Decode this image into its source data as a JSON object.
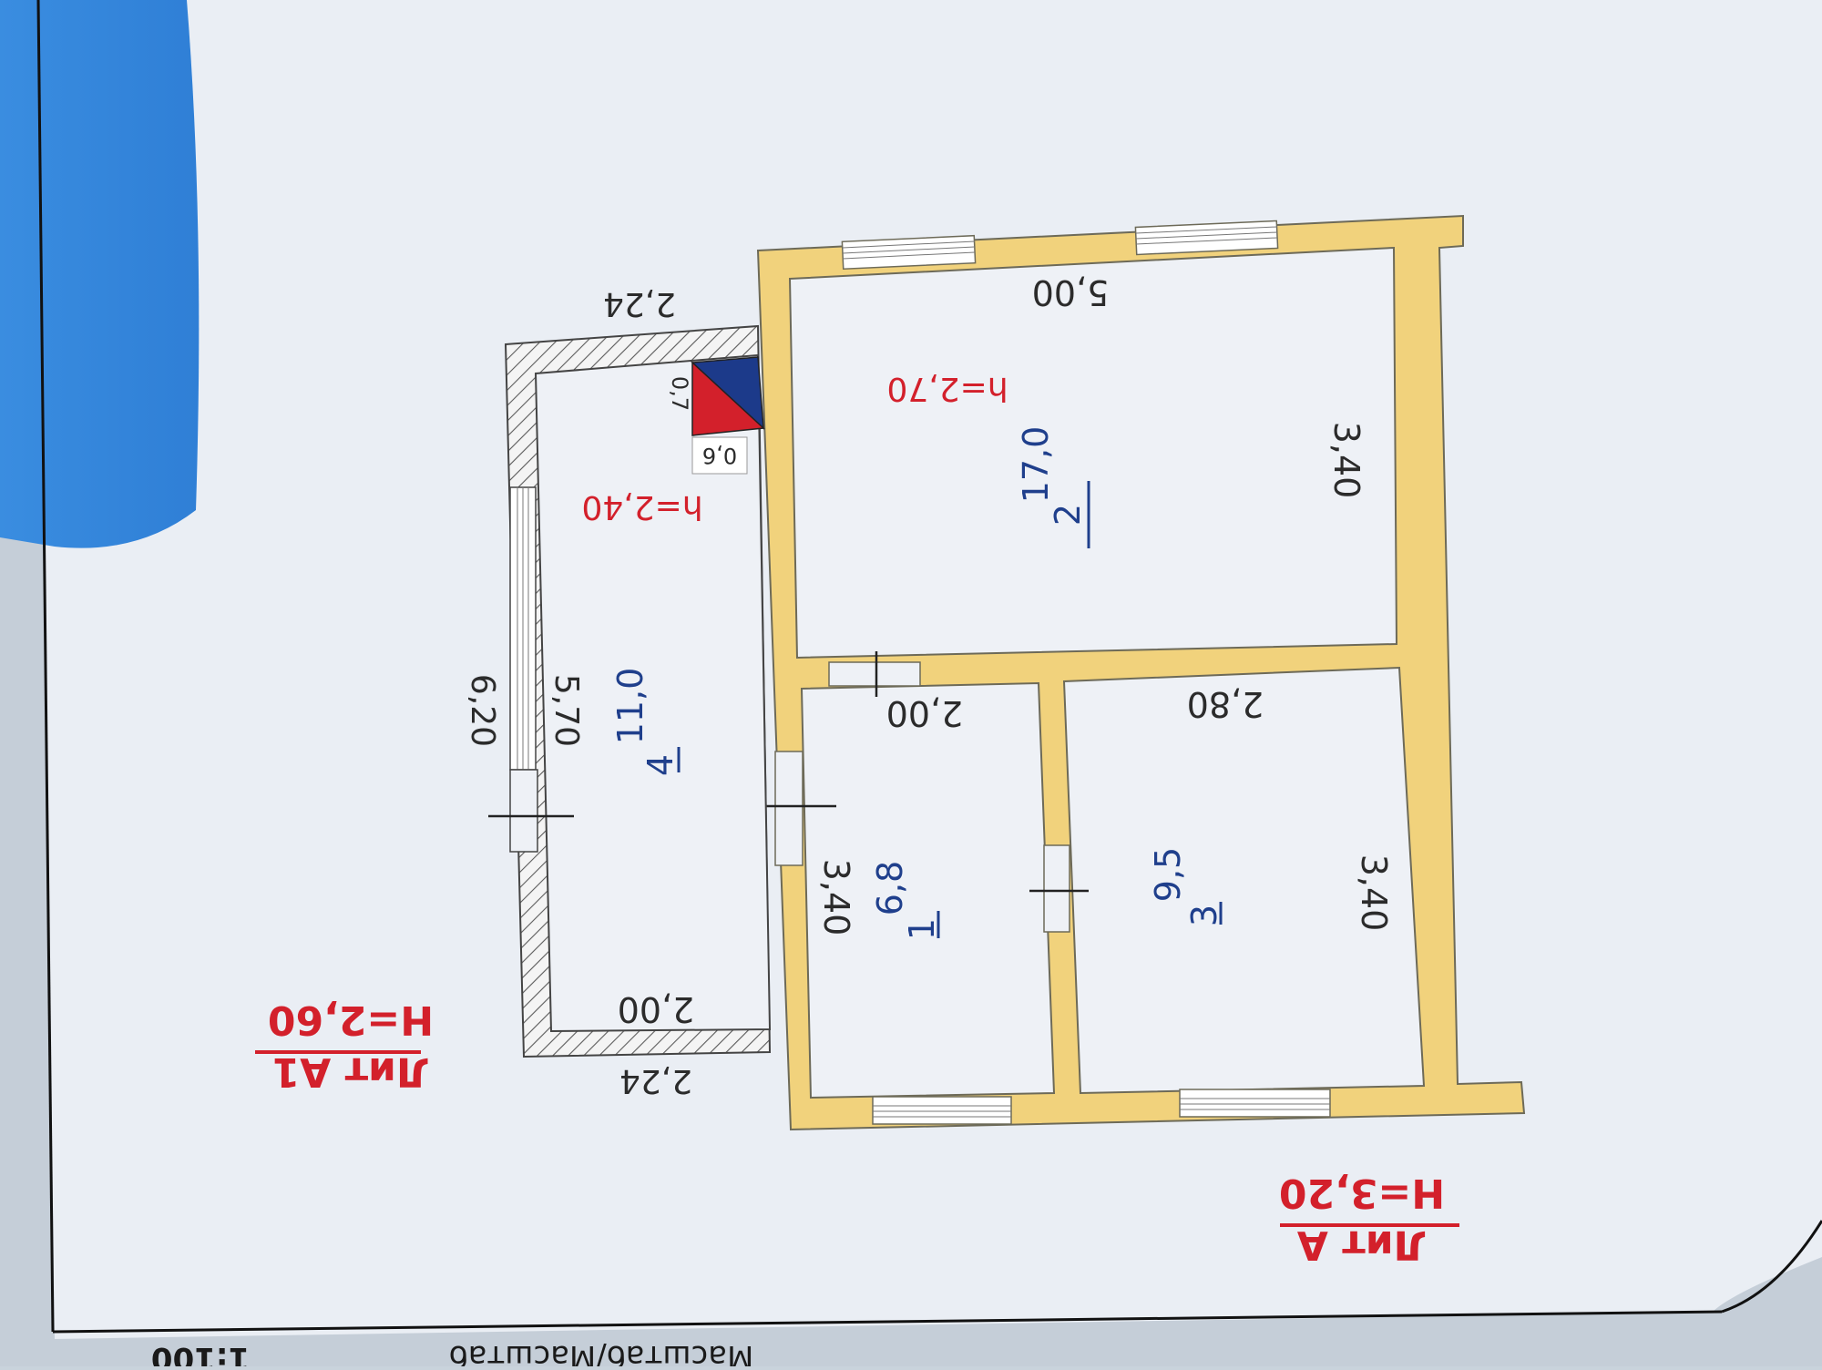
{
  "colors": {
    "wall": "#f1d27c",
    "wall_outline": "#6d6a58",
    "blue_text": "#1f3f8c",
    "red_text": "#d3202b",
    "dim_text": "#2b2b2b",
    "paper": "#eef1f6"
  },
  "footer": {
    "scale_caption": "Масштаб/Масштаб",
    "scale_value": "1:100"
  },
  "titles": {
    "lit_a": "Лит А",
    "lit_a_height": "H=3,20",
    "lit_a1": "Лит А1",
    "lit_a1_height": "H=2,60"
  },
  "rooms": [
    {
      "number": "1",
      "area": "6,8"
    },
    {
      "number": "2",
      "area": "17,0"
    },
    {
      "number": "3",
      "area": "9,5"
    },
    {
      "number": "4",
      "area": "11,0"
    }
  ],
  "heights": {
    "room2": "h=2,70",
    "room4": "h=2,40"
  },
  "dimensions": {
    "r2_width": "5,00",
    "r2_depth": "3,40",
    "r3_width": "2,80",
    "r3_depth": "3,40",
    "r1_width": "2,00",
    "r1_depth": "3,40",
    "r4_inner_len": "5,70",
    "r4_outer_len": "6,20",
    "r4_width_bottom": "2,00",
    "ext_width_bottom": "2,24",
    "ext_width_top": "2,24",
    "stair_w": "0,7",
    "stair_h": "0,6"
  }
}
